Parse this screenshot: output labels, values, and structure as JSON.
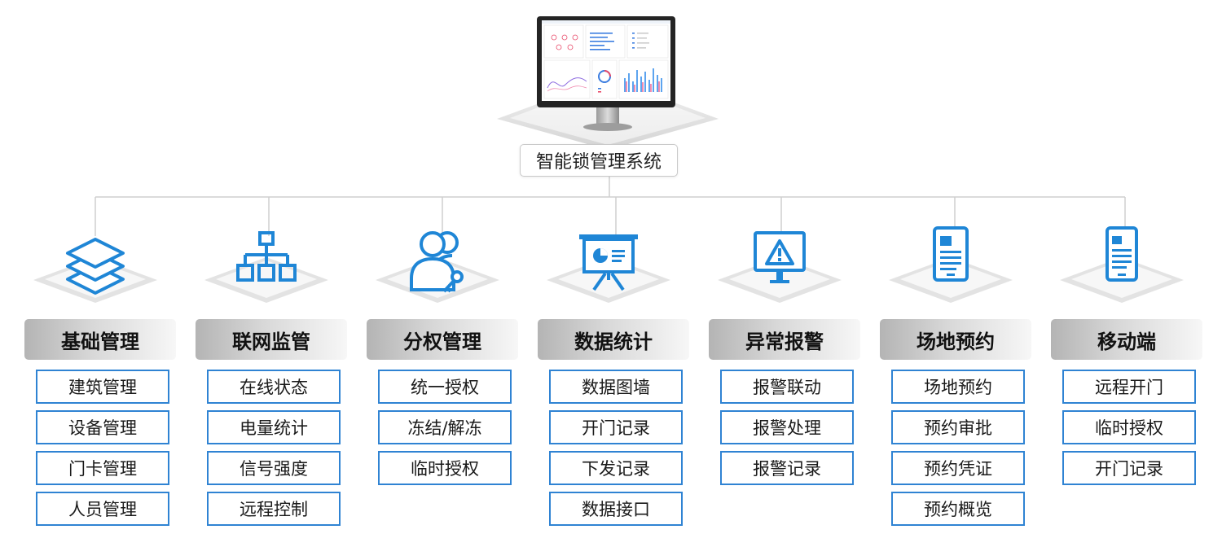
{
  "root": {
    "title": "智能锁管理系统"
  },
  "colors": {
    "accent": "#1f86d6",
    "item_border": "#2f83d3",
    "connector": "#cfcfcf"
  },
  "categories": [
    {
      "title": "基础管理",
      "icon": "layers-icon",
      "items": [
        "建筑管理",
        "设备管理",
        "门卡管理",
        "人员管理"
      ]
    },
    {
      "title": "联网监管",
      "icon": "network-tree-icon",
      "items": [
        "在线状态",
        "电量统计",
        "信号强度",
        "远程控制"
      ]
    },
    {
      "title": "分权管理",
      "icon": "users-key-icon",
      "items": [
        "统一授权",
        "冻结/解冻",
        "临时授权"
      ]
    },
    {
      "title": "数据统计",
      "icon": "presentation-chart-icon",
      "items": [
        "数据图墙",
        "开门记录",
        "下发记录",
        "数据接口"
      ]
    },
    {
      "title": "异常报警",
      "icon": "monitor-warning-icon",
      "items": [
        "报警联动",
        "报警处理",
        "报警记录"
      ]
    },
    {
      "title": "场地预约",
      "icon": "tablet-document-icon",
      "items": [
        "场地预约",
        "预约审批",
        "预约凭证",
        "预约概览"
      ]
    },
    {
      "title": "移动端",
      "icon": "mobile-document-icon",
      "items": [
        "远程开门",
        "临时授权",
        "开门记录"
      ]
    }
  ]
}
